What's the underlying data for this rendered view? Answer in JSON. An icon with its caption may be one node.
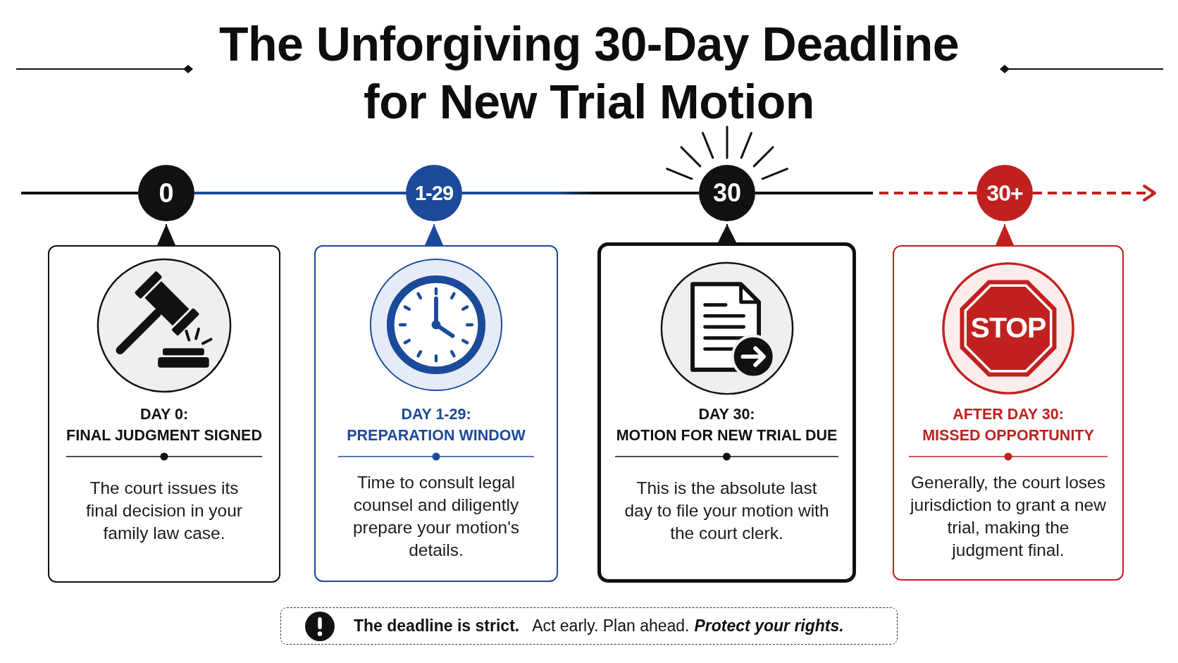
{
  "diagram": {
    "title": "The Unforgiving 30-Day Deadline for New Trial Motion",
    "nodes": [
      {
        "text": [
          "0"
        ]
      },
      {
        "text": [
          "1-29"
        ]
      },
      {
        "text": [
          "30"
        ]
      },
      {
        "text": [
          "30+"
        ]
      },
      {
        "text": [
          "DAY 0:",
          "FINAL JUDGMENT SIGNED",
          "The court issues its final decision in your family law case."
        ]
      },
      {
        "text": [
          "DAY 1-29:",
          "PREPARATION WINDOW",
          "Time to consult legal counsel and diligently prepare your motion's details."
        ]
      },
      {
        "text": [
          "DAY 30:",
          "MOTION FOR NEW TRIAL DUE",
          "This is the absolute last day to file your motion with the court clerk."
        ]
      },
      {
        "text": [
          "AFTER DAY 30:",
          "MISSED OPPORTUNITY",
          "Generally, the court loses jurisdiction to grant a new trial, making the judgment final."
        ]
      },
      {
        "text": [
          "STOP"
        ],
        "in": 7
      },
      {
        "text": [
          "The deadline is strict.",
          "Act early. Plan ahead.",
          "Protect your rights."
        ]
      }
    ],
    "edges": [
      {
        "from": null,
        "to": 0,
        "arrow": "none"
      },
      {
        "from": 0,
        "to": 1,
        "arrow": "none",
        "color": "#1c4a9a"
      },
      {
        "from": 1,
        "to": 2,
        "arrow": "none"
      },
      {
        "from": 2,
        "to": 3,
        "arrow": "none",
        "style": "dashed",
        "color": "#c0211f"
      },
      {
        "from": 3,
        "to": null,
        "arrow": "to",
        "style": "dashed",
        "color": "#c0211f"
      },
      {
        "from": 4,
        "to": 0,
        "arrow": "to"
      },
      {
        "from": 5,
        "to": 1,
        "arrow": "to",
        "color": "#1c4a9a"
      },
      {
        "from": 6,
        "to": 2,
        "arrow": "to"
      },
      {
        "from": 7,
        "to": 3,
        "arrow": "to",
        "color": "#c0211f"
      }
    ]
  }
}
